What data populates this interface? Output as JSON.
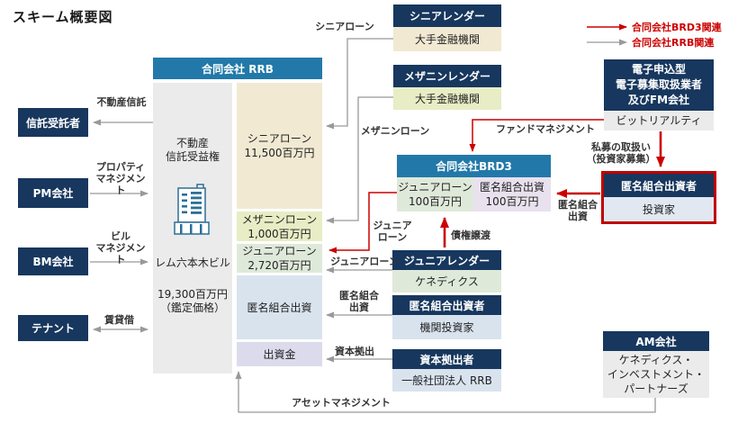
{
  "title": "スキーム概要図",
  "legend": {
    "brd3_label": "合同会社BRD3関連",
    "rrb_label": "合同会社RRB関連"
  },
  "colors": {
    "navy": "#17375e",
    "header_blue": "#2279a9",
    "red_accent": "#cc0000",
    "gray_arrow": "#999999",
    "beige": "#f1e9d2",
    "yellow_green": "#e8edc5",
    "light_green": "#dfe9da",
    "light_blue": "#d9e3ee",
    "lavender": "#dcdbec",
    "pink_lavender": "#e9e1ee",
    "panel_gray": "#ebebeb",
    "investor_body": "#e1e8f1"
  },
  "left_entities": {
    "trustee": {
      "name": "信託受託者"
    },
    "pm": {
      "name": "PM会社"
    },
    "bm": {
      "name": "BM会社"
    },
    "tenant": {
      "name": "テナント"
    }
  },
  "rrb": {
    "header": "合同会社 RRB",
    "asset_line1": "不動産",
    "asset_line2": "信託受益権",
    "building_name": "レム六本木ビル",
    "value_line1": "19,300百万円",
    "value_line2": "（鑑定価格）",
    "senior_line1": "シニアローン",
    "senior_line2": "11,500百万円",
    "mezz_line1": "メザニンローン",
    "mezz_line2": "1,000百万円",
    "junior_line1": "ジュニアローン",
    "junior_line2": "2,720百万円",
    "tk": "匿名組合出資",
    "capital": "出資金"
  },
  "senior_lender": {
    "title": "シニアレンダー",
    "body": "大手金融機関"
  },
  "mezz_lender": {
    "title": "メザニンレンダー",
    "body": "大手金融機関"
  },
  "brd3": {
    "header": "合同会社BRD3",
    "junior_line1": "ジュニアローン",
    "junior_line2": "100百万円",
    "tk_line1": "匿名組合出資",
    "tk_line2": "100百万円"
  },
  "fm_company": {
    "title_line1": "電子申込型",
    "title_line2": "電子募集取扱業者",
    "title_line3": "及びFM会社",
    "body": "ビットリアルティ"
  },
  "investor": {
    "title": "匿名組合出資者",
    "body": "投資家"
  },
  "junior_lender": {
    "title": "ジュニアレンダー",
    "body": "ケネディクス"
  },
  "tk_investor": {
    "title": "匿名組合出資者",
    "body": "機関投資家"
  },
  "capital_provider": {
    "title": "資本拠出者",
    "body": "一般社団法人 RRB"
  },
  "am_company": {
    "title": "AM会社",
    "body_line1": "ケネディクス・",
    "body_line2": "インベストメント・",
    "body_line3": "パートナーズ"
  },
  "arrow_labels": {
    "real_estate_trust": "不動産信託",
    "property_mgmt_1": "プロパティ",
    "property_mgmt_2": "マネジメント",
    "building_mgmt_1": "ビル",
    "building_mgmt_2": "マネジメント",
    "lease": "賃貸借",
    "senior_loan": "シニアローン",
    "mezz_loan": "メザニンローン",
    "fund_mgmt": "ファンドマネジメント",
    "private_placement_1": "私募の取扱い",
    "private_placement_2": "（投資家募集）",
    "tk_contribution_red_1": "匿名組合",
    "tk_contribution_red_2": "出資",
    "junior_loan_red_1": "ジュニア",
    "junior_loan_red_2": "ローン",
    "junior_loan_gray": "ジュニアローン",
    "debt_transfer": "債権譲渡",
    "tk_contribution_gray_1": "匿名組合",
    "tk_contribution_gray_2": "出資",
    "capital_contribution": "資本拠出",
    "asset_mgmt": "アセットマネジメント"
  }
}
